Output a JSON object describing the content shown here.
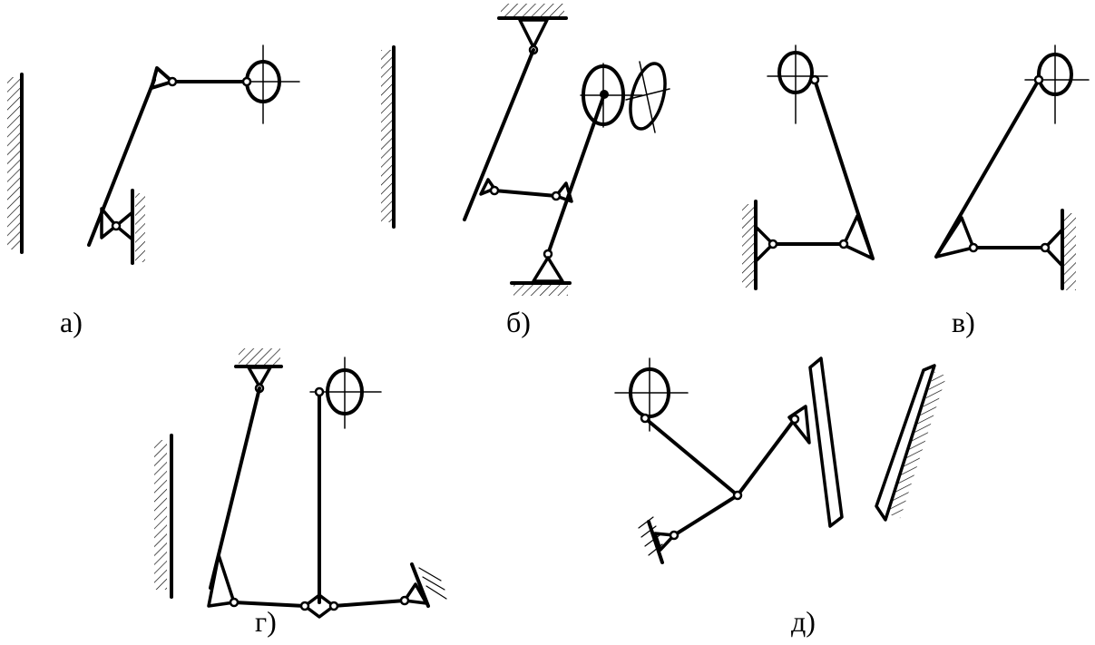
{
  "figure": {
    "labels": {
      "a": "а)",
      "b": "б)",
      "v": "в)",
      "g": "г)",
      "d": "д)"
    },
    "colors": {
      "ink": "#000000",
      "background": "#ffffff"
    }
  }
}
